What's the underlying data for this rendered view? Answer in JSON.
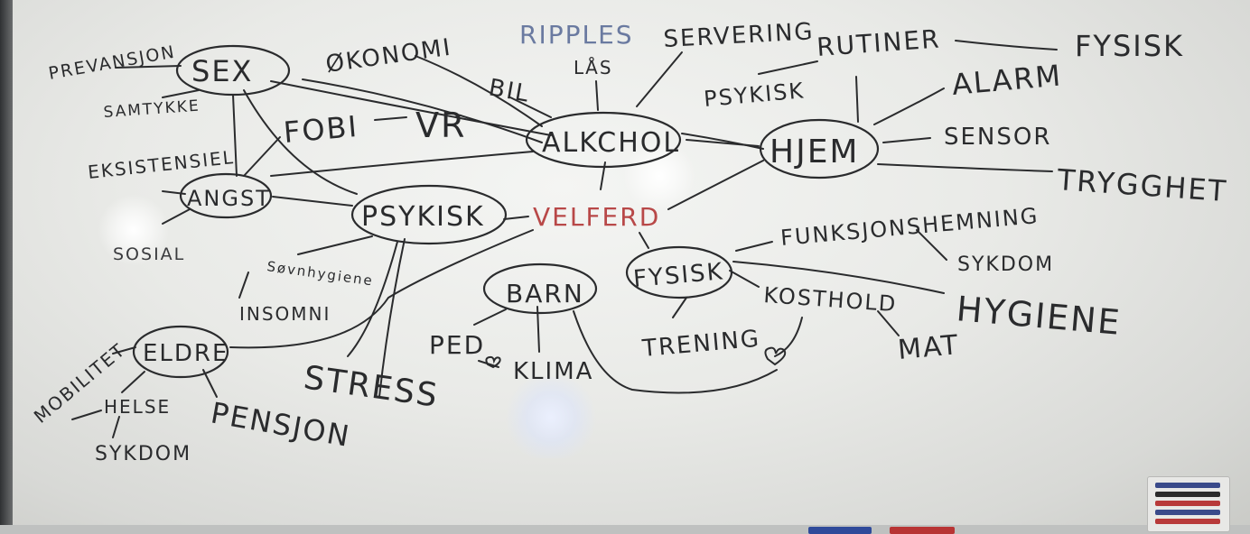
{
  "scene": "whiteboard mind map",
  "words": {
    "prevansjon": "PREVANSJON",
    "sex": "SEX",
    "samtykke": "SAMTYKKE",
    "okonomi": "ØKONOMI",
    "ripples": "RIPPLES",
    "servering": "SERVERING",
    "rutiner": "RUTINER",
    "fysisk_top": "FYSISK",
    "bil": "BIL",
    "las": "LÅS",
    "psykisk_small": "PSYKISK",
    "alarm": "ALARM",
    "fobi": "FOBI",
    "vr": "VR",
    "alkchol": "ALKCHOL",
    "hjem": "HJEM",
    "sensor": "SENSOR",
    "eksistensiel": "EKSISTENSIEL",
    "angst": "ANGST",
    "psykisk": "PSYKISK",
    "velferd": "VELFERD",
    "trygghet": "TRYGGHET",
    "funksjonshemning": "FUNKSJONSHEMNING",
    "sosial": "SOSIAL",
    "sovnhygiene": "Søvnhygiene",
    "insomni": "INSOMNI",
    "sykdom_right": "SYKDOM",
    "fysisk": "FYSISK",
    "barn": "BARN",
    "kosthold": "KOSTHOLD",
    "hygiene": "HYGIENE",
    "eldre": "ELDRE",
    "ped": "PED",
    "klima": "KLIMA",
    "trening": "TRENING",
    "mat": "MAT",
    "mobilitet": "MOBILITET",
    "helse": "HELSE",
    "stress": "STRESS",
    "pensjon": "PENSJON",
    "sykdom_left": "SYKDOM"
  },
  "colors": {
    "ink": "#2a2b2d",
    "velferd_red": "#b84848",
    "ripples_blue": "#6a7aa0"
  }
}
